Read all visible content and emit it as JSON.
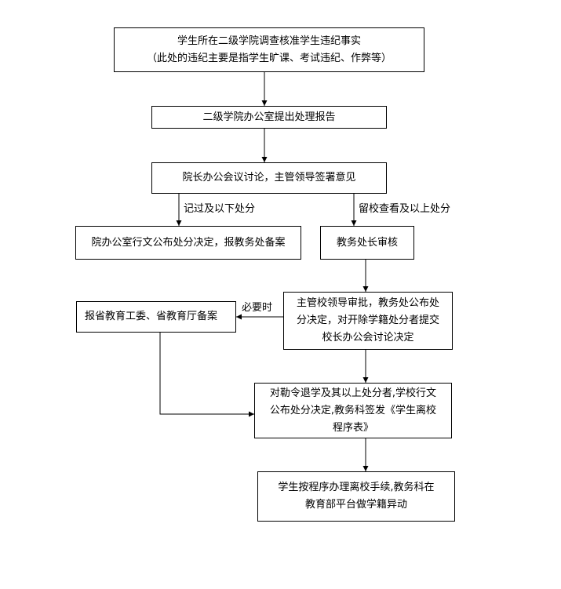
{
  "nodes": {
    "n1": {
      "line1": "学生所在二级学院调查核准学生违纪事实",
      "line2": "（此处的违纪主要是指学生旷课、考试违纪、作弊等）"
    },
    "n2": {
      "text": "二级学院办公室提出处理报告"
    },
    "n3": {
      "text": "院长办公会议讨论，主管领导签署意见"
    },
    "n4": {
      "text": "院办公室行文公布处分决定，报教务处备案"
    },
    "n5": {
      "text": "教务处长审核"
    },
    "n6": {
      "line1": "主管校领导审批，教务处公布处",
      "line2": "分决定，对开除学籍处分者提交",
      "line3": "校长办公会讨论决定"
    },
    "n7": {
      "text": "报省教育工委、省教育厅备案"
    },
    "n8": {
      "line1": "对勒令退学及其以上处分者,学校行文",
      "line2": "公布处分决定,教务科签发《学生离校",
      "line3": "程序表》"
    },
    "n9": {
      "line1": "学生按程序办理离校手续,教务科在",
      "line2": "教育部平台做学籍异动"
    }
  },
  "labels": {
    "minor": "记过及以下处分",
    "major": "留校查看及以上处分",
    "necessary": "必要时"
  }
}
